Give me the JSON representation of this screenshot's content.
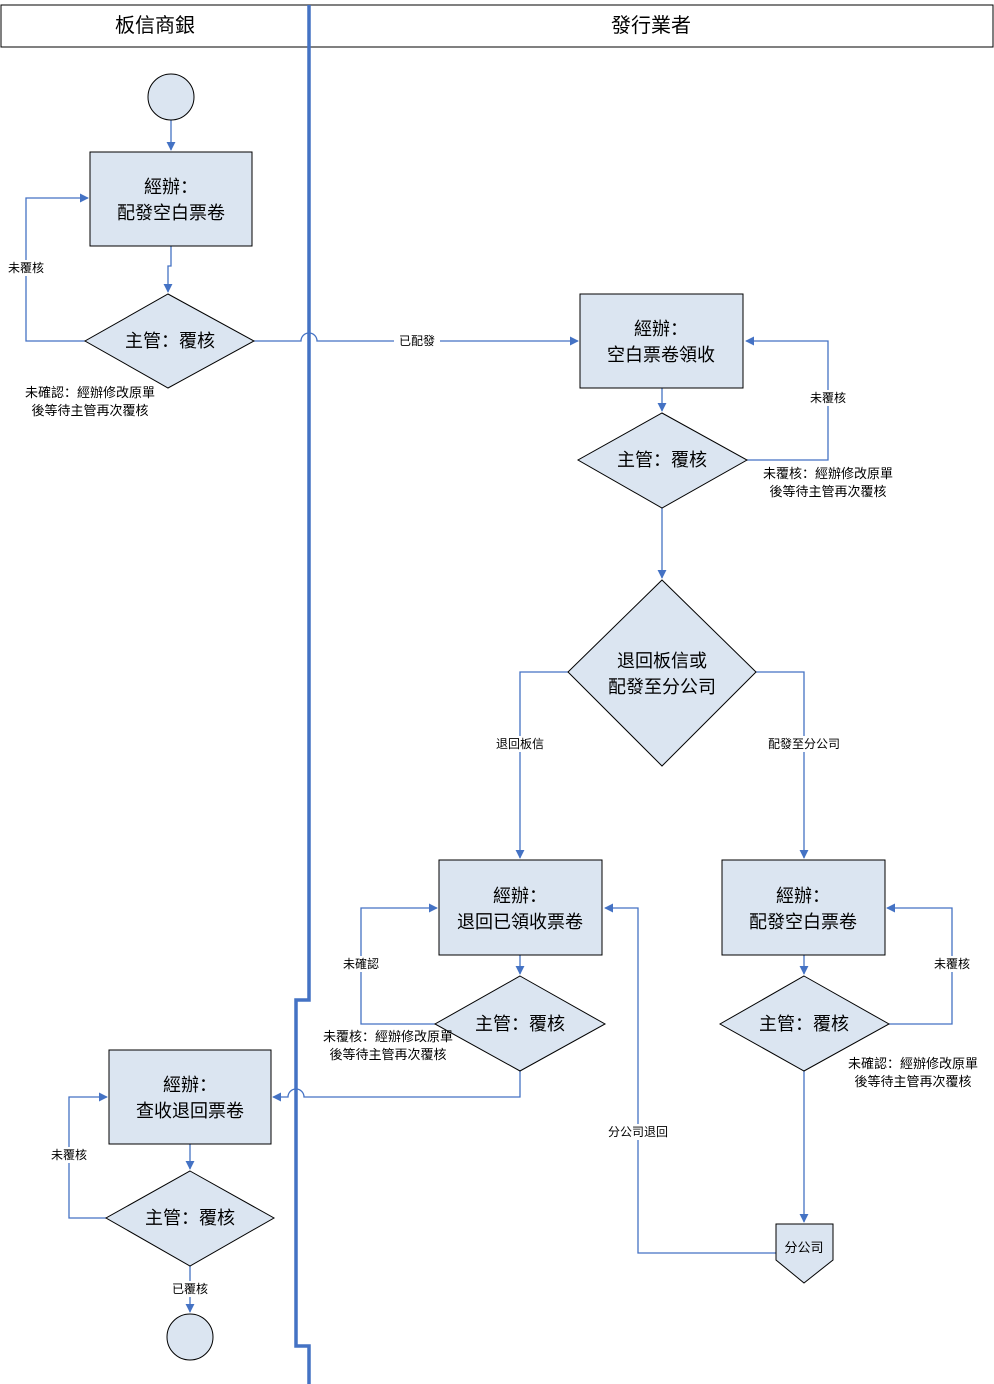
{
  "lanes": {
    "left": "板信商銀",
    "right": "發行業者"
  },
  "nodes": {
    "bank_issue": [
      "經辦：",
      "配發空白票卷"
    ],
    "bank_review": [
      "主管：覆核"
    ],
    "vendor_receive": [
      "經辦：",
      "空白票卷領收"
    ],
    "vendor_review": [
      "主管：覆核"
    ],
    "vendor_choice": [
      "退回板信或",
      "配發至分公司"
    ],
    "vendor_return": [
      "經辦：",
      "退回已領收票卷"
    ],
    "vendor_return_review": [
      "主管：覆核"
    ],
    "vendor_distribute": [
      "經辦：",
      "配發空白票卷"
    ],
    "vendor_distribute_review": [
      "主管：覆核"
    ],
    "bank_check": [
      "經辦：",
      "查收退回票卷"
    ],
    "bank_check_review": [
      "主管：覆核"
    ],
    "branch": "分公司"
  },
  "edge_labels": {
    "bank_not_reviewed": "未覆核",
    "distributed": "已配發",
    "vendor_not_reviewed": "未覆核",
    "return_to_bank": "退回板信",
    "to_branch": "配發至分公司",
    "return_not_confirmed": "未確認",
    "distribute_not_reviewed": "未覆核",
    "branch_return": "分公司退回",
    "check_not_reviewed": "未覆核",
    "reviewed": "已覆核"
  },
  "notes": {
    "bank_review": [
      "未確認：經辦修改原單",
      "後等待主管再次覆核"
    ],
    "vendor_review": [
      "未覆核：經辦修改原單",
      "後等待主管再次覆核"
    ],
    "vendor_return_review": [
      "未覆核：經辦修改原單",
      "後等待主管再次覆核"
    ],
    "vendor_distribute_review": [
      "未確認：經辦修改原單",
      "後等待主管再次覆核"
    ]
  }
}
